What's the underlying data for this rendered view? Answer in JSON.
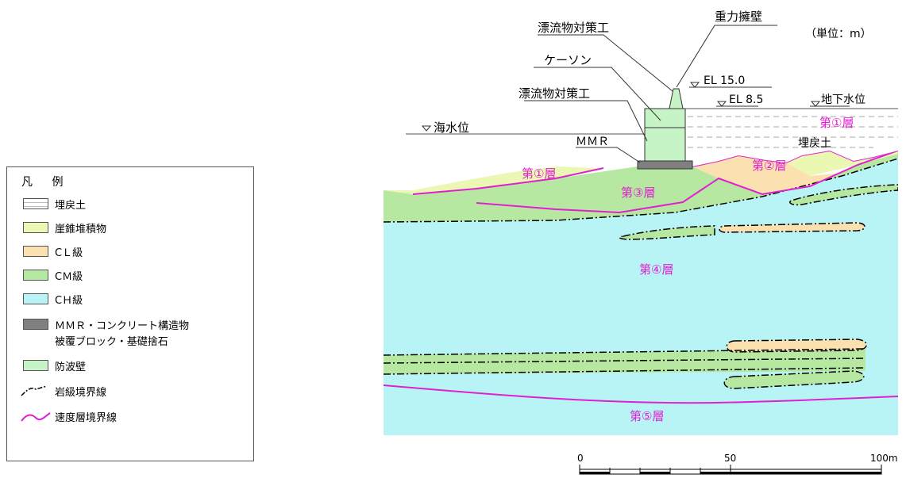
{
  "legend": {
    "title": "凡 例",
    "items": [
      {
        "label": "埋戻土",
        "color": "#ffffff",
        "pattern": "dashed"
      },
      {
        "label": "崖錐堆積物",
        "color": "#eaf8b3"
      },
      {
        "label": "CＬ級",
        "color": "#fbe0b0"
      },
      {
        "label": "CＭ級",
        "color": "#b6e8a2"
      },
      {
        "label": "CＨ級",
        "color": "#b8f4f5"
      },
      {
        "label": "ＭＭＲ・コンクリート構造物",
        "label2": "被覆ブロック・基礎捨石",
        "color": "#808080"
      },
      {
        "label": "防波壁",
        "color": "#c6f4c6"
      },
      {
        "label": "岩級境界線",
        "line": "dash-dot-black"
      },
      {
        "label": "速度層境界線",
        "line": "magenta"
      }
    ]
  },
  "unit_label": "（単位：m）",
  "structure_labels": {
    "gravity_wall": "重力擁壁",
    "debris_upper": "漂流物対策工",
    "caisson": "ケーソン",
    "debris_lower": "漂流物対策工",
    "mmr": "ＭＭＲ"
  },
  "water_levels": {
    "el15": "EL 15.0",
    "el85": "EL 8.5",
    "groundwater": "地下水位",
    "sea": "海水位",
    "symbol": "▽"
  },
  "layer_labels": {
    "layer1_right": "第①層",
    "layer1_left": "第①層",
    "layer2": "第②層",
    "layer3": "第③層",
    "layer4": "第④層",
    "layer5": "第⑤層",
    "backfill": "埋戻土"
  },
  "scale": {
    "ticks": [
      "0",
      "50",
      "100m"
    ]
  },
  "colors": {
    "ch": "#b8f4f5",
    "cm": "#b6e8a2",
    "cl": "#fbe0b0",
    "talus": "#eaf8b3",
    "wall": "#c6f4c6",
    "mmr": "#808080",
    "magenta": "#e020d0"
  }
}
